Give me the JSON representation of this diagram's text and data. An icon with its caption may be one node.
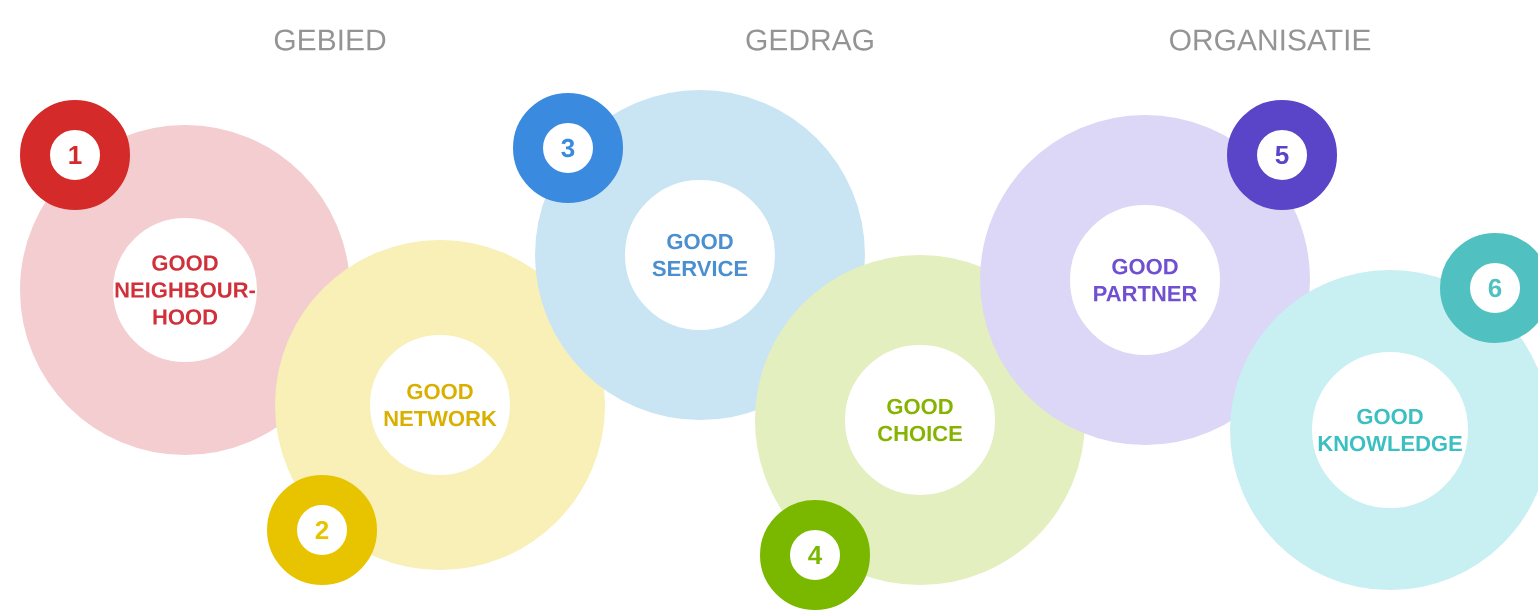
{
  "diagram": {
    "nodes": [
      {
        "text": [
          "GOOD NEIGHBOUR-HOOD"
        ]
      },
      {
        "text": [
          "GOOD NETWORK"
        ]
      },
      {
        "text": [
          "GOOD SERVICE"
        ]
      },
      {
        "text": [
          "GOOD CHOICE"
        ]
      },
      {
        "text": [
          "GOOD PARTNER"
        ]
      },
      {
        "text": [
          "GOOD KNOWLEDGE"
        ]
      },
      {
        "text": [
          "1"
        ]
      },
      {
        "text": [
          "2"
        ]
      },
      {
        "text": [
          "3"
        ]
      },
      {
        "text": [
          "4"
        ]
      },
      {
        "text": [
          "5"
        ]
      },
      {
        "text": [
          "6"
        ]
      }
    ],
    "labels": [
      "GEBIED",
      "GEDRAG",
      "ORGANISATIE"
    ]
  }
}
